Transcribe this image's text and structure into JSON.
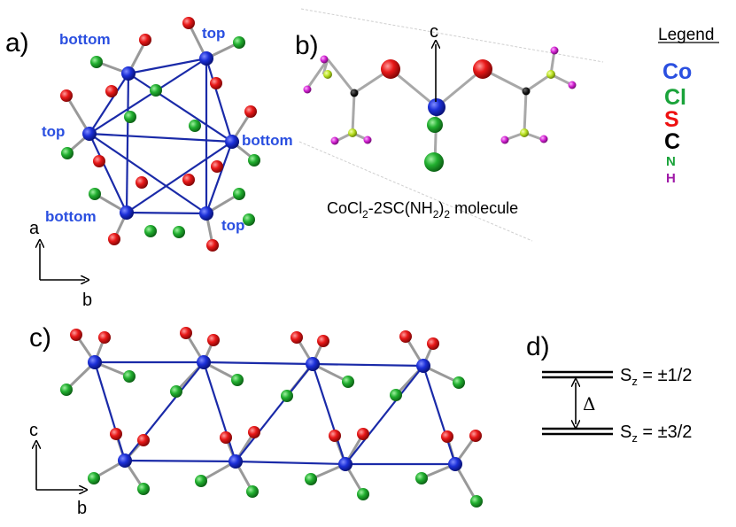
{
  "panels": {
    "a": {
      "label": "a)",
      "site_labels": [
        "bottom",
        "top",
        "top",
        "bottom",
        "bottom",
        "top"
      ],
      "axes": {
        "vertical": "a",
        "horizontal": "b"
      }
    },
    "b": {
      "label": "b)",
      "axis": "c",
      "caption": {
        "base": "CoCl",
        "sub1": "2",
        "mid": "-2SC(NH",
        "sub2": "2",
        "close": ")",
        "sub3": "2",
        "tail": " molecule"
      }
    },
    "c": {
      "label": "c)",
      "axes": {
        "vertical": "c",
        "horizontal": "b"
      }
    },
    "d": {
      "label": "d)",
      "delta": "Δ",
      "levels": [
        {
          "s": "S",
          "sub": "z",
          "value": " = ±1/2"
        },
        {
          "s": "S",
          "sub": "z",
          "value": " = ±3/2"
        }
      ]
    }
  },
  "legend": {
    "title": "Legend",
    "items": [
      {
        "symbol": "Co",
        "color": "#2a4fe0"
      },
      {
        "symbol": "Cl",
        "color": "#1aa33a"
      },
      {
        "symbol": "S",
        "color": "#ee1111"
      },
      {
        "symbol": "C",
        "color": "#000000"
      },
      {
        "symbol": "N",
        "color": "#1aa33a"
      },
      {
        "symbol": "H",
        "color": "#a01aa8"
      }
    ]
  },
  "colors": {
    "cobalt": "#1428c8",
    "chlorine": "#22a030",
    "sulfur": "#e01010",
    "carbon": "#111111",
    "nitrogen": "#b8e020",
    "hydrogen": "#d020d0",
    "bond": "#1a2aa8"
  }
}
